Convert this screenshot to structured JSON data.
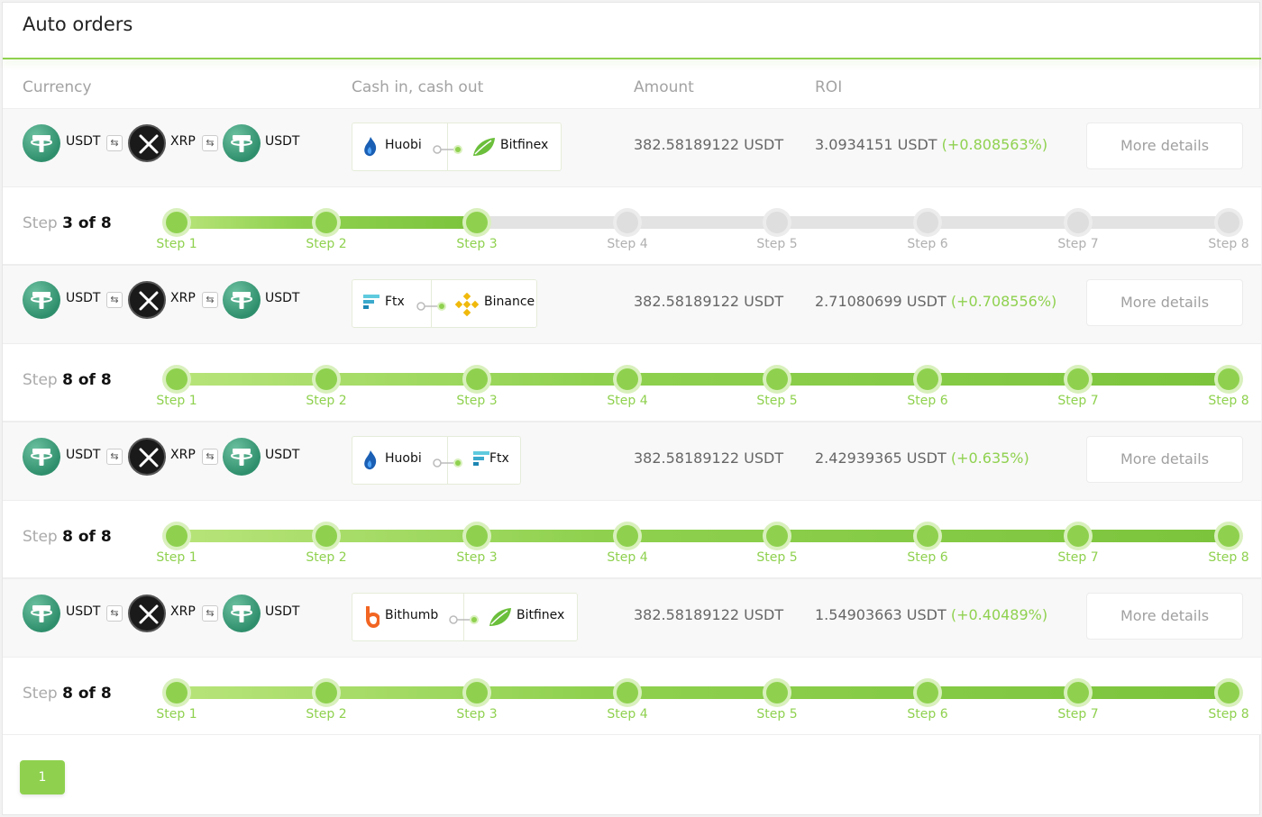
{
  "title": "Auto orders",
  "columns": {
    "currency": "Currency",
    "cash": "Cash in, cash out",
    "amount": "Amount",
    "roi": "ROI"
  },
  "orders": [
    {
      "coins": [
        "USDT",
        "XRP",
        "USDT"
      ],
      "exchange_in": {
        "name": "Huobi",
        "icon": "huobi-flame-icon"
      },
      "exchange_out": {
        "name": "Bitfinex",
        "icon": "bitfinex-leaf-icon"
      },
      "amount": "382.58189122 USDT",
      "roi_value": "3.0934151 USDT",
      "roi_pct": "(+0.808563%)",
      "details_label": "More details",
      "step_prefix": "Step",
      "step_current": "3 of 8",
      "progress": {
        "current": 3,
        "total": 8
      },
      "steps": [
        "Step 1",
        "Step 2",
        "Step 3",
        "Step 4",
        "Step 5",
        "Step 6",
        "Step 7",
        "Step 8"
      ]
    },
    {
      "coins": [
        "USDT",
        "XRP",
        "USDT"
      ],
      "exchange_in": {
        "name": "Ftx",
        "icon": "ftx-icon"
      },
      "exchange_out": {
        "name": "Binance",
        "icon": "binance-icon"
      },
      "amount": "382.58189122 USDT",
      "roi_value": "2.71080699 USDT",
      "roi_pct": "(+0.708556%)",
      "details_label": "More details",
      "step_prefix": "Step",
      "step_current": "8 of 8",
      "progress": {
        "current": 8,
        "total": 8
      },
      "steps": [
        "Step 1",
        "Step 2",
        "Step 3",
        "Step 4",
        "Step 5",
        "Step 6",
        "Step 7",
        "Step 8"
      ]
    },
    {
      "coins": [
        "USDT",
        "XRP",
        "USDT"
      ],
      "exchange_in": {
        "name": "Huobi",
        "icon": "huobi-flame-icon"
      },
      "exchange_out": {
        "name": "Ftx",
        "icon": "ftx-icon"
      },
      "amount": "382.58189122 USDT",
      "roi_value": "2.42939365 USDT",
      "roi_pct": "(+0.635%)",
      "details_label": "More details",
      "step_prefix": "Step",
      "step_current": "8 of 8",
      "progress": {
        "current": 8,
        "total": 8
      },
      "steps": [
        "Step 1",
        "Step 2",
        "Step 3",
        "Step 4",
        "Step 5",
        "Step 6",
        "Step 7",
        "Step 8"
      ]
    },
    {
      "coins": [
        "USDT",
        "XRP",
        "USDT"
      ],
      "exchange_in": {
        "name": "Bithumb",
        "icon": "bithumb-icon"
      },
      "exchange_out": {
        "name": "Bitfinex",
        "icon": "bitfinex-leaf-icon"
      },
      "amount": "382.58189122 USDT",
      "roi_value": "1.54903663 USDT",
      "roi_pct": "(+0.40489%)",
      "details_label": "More details",
      "step_prefix": "Step",
      "step_current": "8 of 8",
      "progress": {
        "current": 8,
        "total": 8
      },
      "steps": [
        "Step 1",
        "Step 2",
        "Step 3",
        "Step 4",
        "Step 5",
        "Step 6",
        "Step 7",
        "Step 8"
      ]
    }
  ],
  "pagination": {
    "current": "1"
  },
  "colors": {
    "accent": "#8fd14f",
    "inactive": "#dedede"
  }
}
